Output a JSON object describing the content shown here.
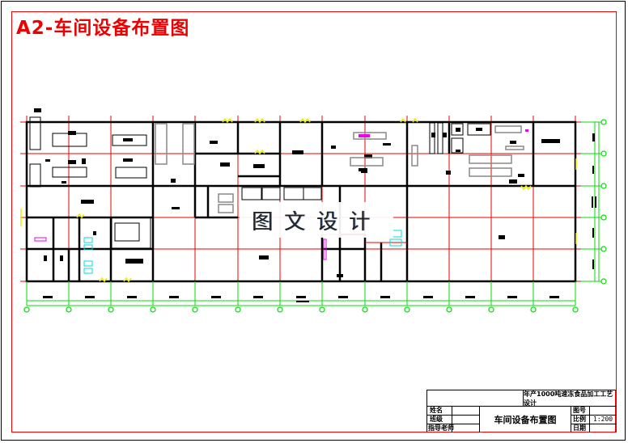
{
  "drawing": {
    "sheet_title": "A2-车间设备布置图",
    "watermark": "图文设计",
    "colors": {
      "wall": "#000000",
      "axis_grid": "#e00000",
      "dimension": "#00dd00",
      "door": "#ffee00",
      "equipment_gray": "#888888",
      "highlight_magenta": "#ee00ee",
      "fixture_cyan": "#00dddd"
    }
  },
  "title_block": {
    "project": "年产1000吨速冻食品加工工艺设计",
    "drawing_name": "车间设备布置图",
    "left_labels": [
      "姓名",
      "班级",
      "指导老师"
    ],
    "right_labels": [
      "图号",
      "比例",
      "日期"
    ],
    "scale": "1:200"
  },
  "plan": {
    "column_axes_count": 14,
    "row_axes_count": 6
  }
}
